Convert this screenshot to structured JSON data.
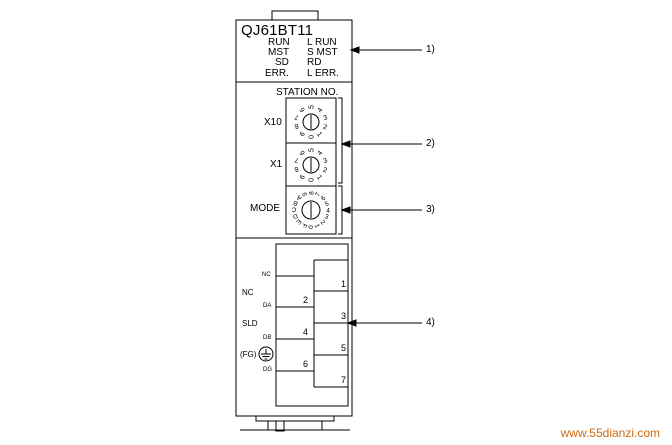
{
  "module": {
    "model": "QJ61BT11",
    "led_left": [
      "RUN",
      "MST",
      "SD",
      "ERR."
    ],
    "led_right": [
      "L RUN",
      "S MST",
      "RD",
      "L ERR."
    ]
  },
  "switches": {
    "station_label": "STATION NO.",
    "x10_label": "X10",
    "x1_label": "X1",
    "mode_label": "MODE",
    "dial_digits": [
      "0",
      "1",
      "2",
      "3",
      "4",
      "5",
      "6",
      "7",
      "8",
      "9"
    ],
    "mode_digits": [
      "0",
      "1",
      "2",
      "3",
      "4",
      "5",
      "6",
      "7",
      "8",
      "9",
      "A",
      "B",
      "C",
      "D",
      "E",
      "F"
    ]
  },
  "callouts": [
    "1)",
    "2)",
    "3)",
    "4)"
  ],
  "terminal_block": {
    "left_labels": [
      "NC",
      "DA",
      "DB",
      "DG"
    ],
    "side_labels": [
      "NC",
      "SLD",
      "(FG)"
    ],
    "even_numbers": [
      "2",
      "4",
      "6"
    ],
    "odd_numbers": [
      "1",
      "3",
      "5",
      "7"
    ]
  },
  "watermark": "www.55dianzi.com"
}
